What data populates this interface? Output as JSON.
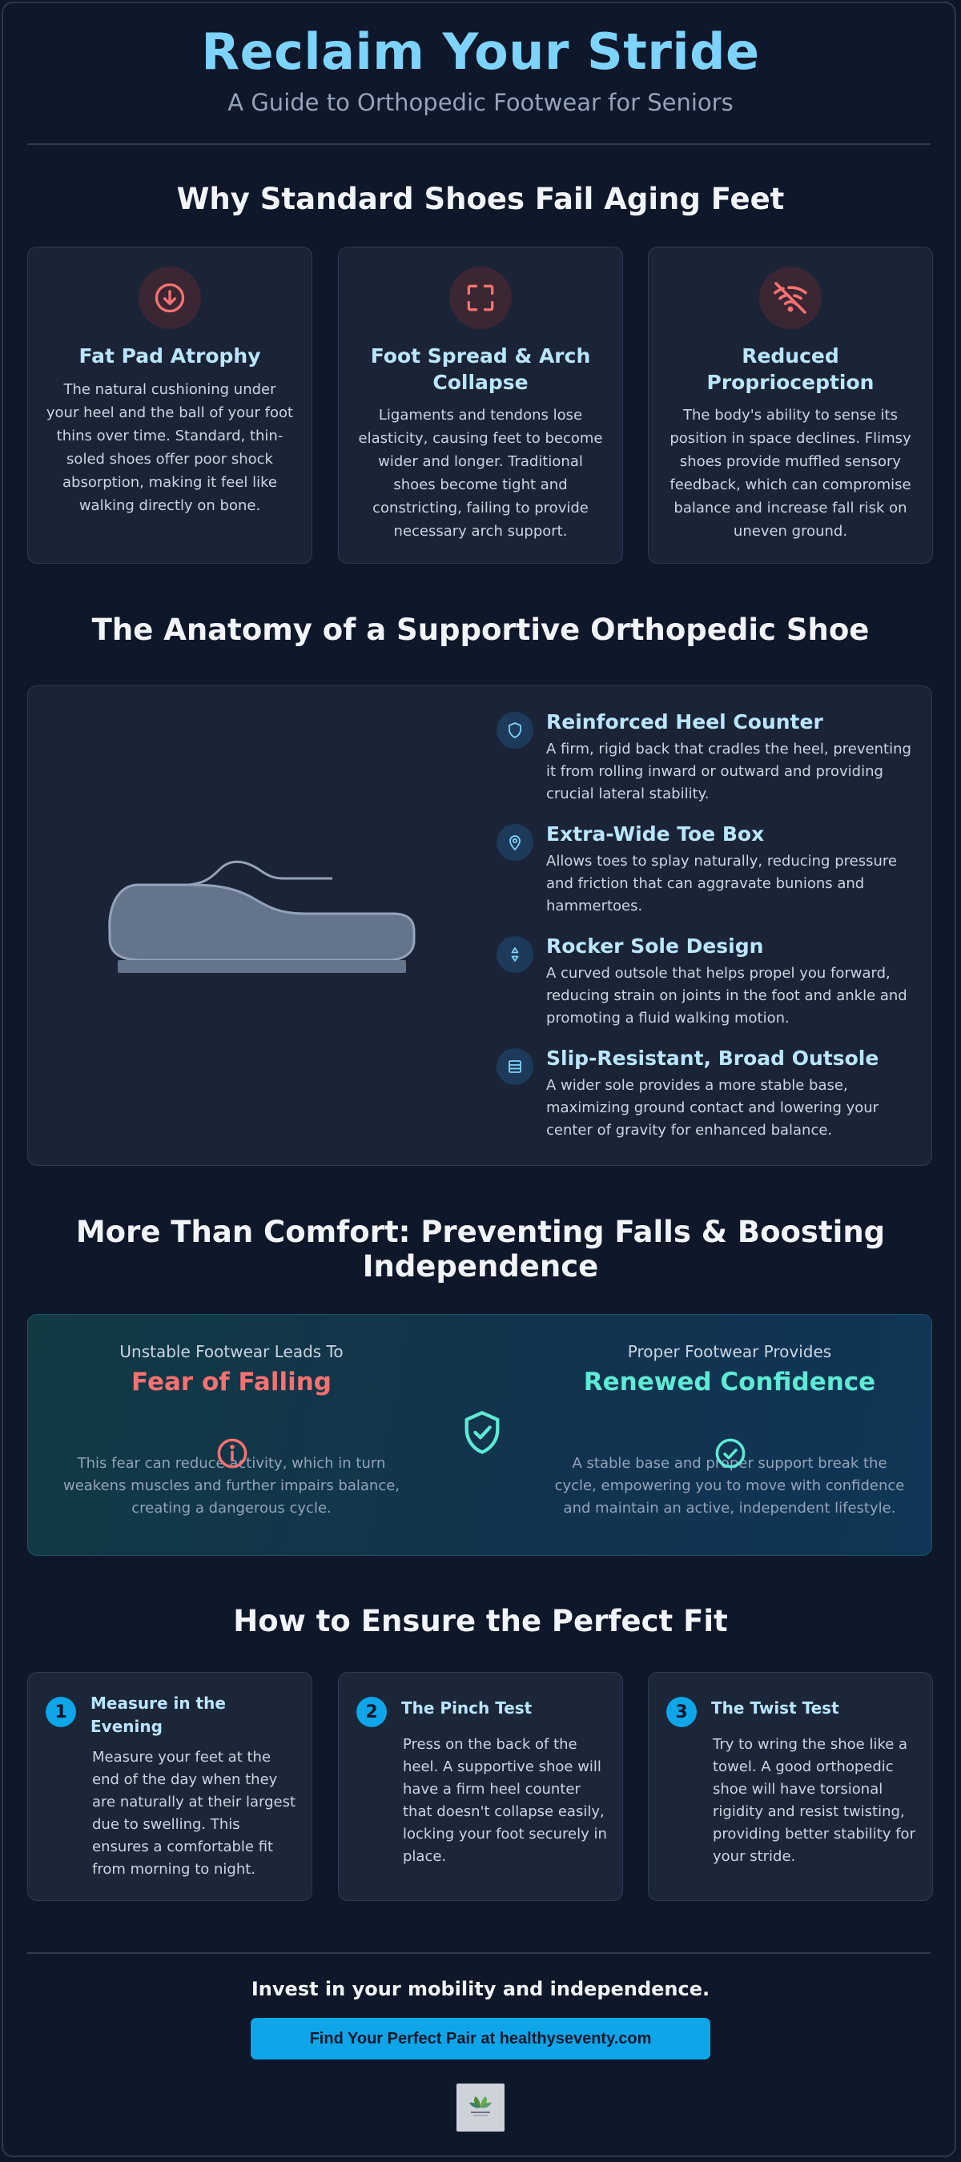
{
  "header": {
    "title": "Reclaim Your Stride",
    "subtitle": "A Guide to Orthopedic Footwear for Seniors"
  },
  "why": {
    "title": "Why Standard Shoes Fail Aging Feet",
    "cards": [
      {
        "icon": "arrow-down-circle-icon",
        "title": "Fat Pad Atrophy",
        "text": "The natural cushioning under your heel and the ball of your foot thins over time. Standard, thin-soled shoes offer poor shock absorption, making it feel like walking directly on bone."
      },
      {
        "icon": "expand-corners-icon",
        "title": "Foot Spread & Arch Collapse",
        "text": "Ligaments and tendons lose elasticity, causing feet to become wider and longer. Traditional shoes become tight and constricting, failing to provide necessary arch support."
      },
      {
        "icon": "wifi-off-icon",
        "title": "Reduced Proprioception",
        "text": "The body's ability to sense its position in space declines. Flimsy shoes provide muffled sensory feedback, which can compromise balance and increase fall risk on uneven ground."
      }
    ]
  },
  "anatomy": {
    "title": "The Anatomy of a Supportive Orthopedic Shoe",
    "features": [
      {
        "icon": "shield-icon",
        "title": "Reinforced Heel Counter",
        "text": "A firm, rigid back that cradles the heel, preventing it from rolling inward or outward and providing crucial lateral stability."
      },
      {
        "icon": "location-pin-icon",
        "title": "Extra-Wide Toe Box",
        "text": "Allows toes to splay naturally, reducing pressure and friction that can aggravate bunions and hammertoes."
      },
      {
        "icon": "rocker-arrows-icon",
        "title": "Rocker Sole Design",
        "text": "A curved outsole that helps propel you forward, reducing strain on joints in the foot and ankle and promoting a fluid walking motion."
      },
      {
        "icon": "layers-icon",
        "title": "Slip-Resistant, Broad Outsole",
        "text": "A wider sole provides a more stable base, maximizing ground contact and lowering your center of gravity for enhanced balance."
      }
    ]
  },
  "comfort": {
    "title": "More Than Comfort: Preventing Falls & Boosting Independence",
    "left": {
      "label": "Unstable Footwear Leads To",
      "heading": "Fear of Falling",
      "text": "This fear can reduce activity, which in turn weakens muscles and further impairs balance, creating a dangerous cycle.",
      "color": "#f87171"
    },
    "right": {
      "label": "Proper Footwear Provides",
      "heading": "Renewed Confidence",
      "text": "A stable base and proper support break the cycle, empowering you to move with confidence and maintain an active, independent lifestyle.",
      "color": "#5eead4"
    }
  },
  "fit": {
    "title": "How to Ensure the Perfect Fit",
    "steps": [
      {
        "num": "1",
        "title": "Measure in the Evening",
        "text": "Measure your feet at the end of the day when they are naturally at their largest due to swelling. This ensures a comfortable fit from morning to night."
      },
      {
        "num": "2",
        "title": "The Pinch Test",
        "text": "Press on the back of the heel. A supportive shoe will have a firm heel counter that doesn't collapse easily, locking your foot securely in place."
      },
      {
        "num": "3",
        "title": "The Twist Test",
        "text": "Try to wring the shoe like a towel. A good orthopedic shoe will have torsional rigidity and resist twisting, providing better stability for your stride."
      }
    ]
  },
  "cta": {
    "title": "Invest in your mobility and independence.",
    "button": "Find Your Perfect Pair at healthyseventy.com"
  },
  "colors": {
    "accent": "#7dd3fc",
    "button": "#0ea5e9",
    "warning": "#f87171",
    "positive": "#5eead4"
  }
}
